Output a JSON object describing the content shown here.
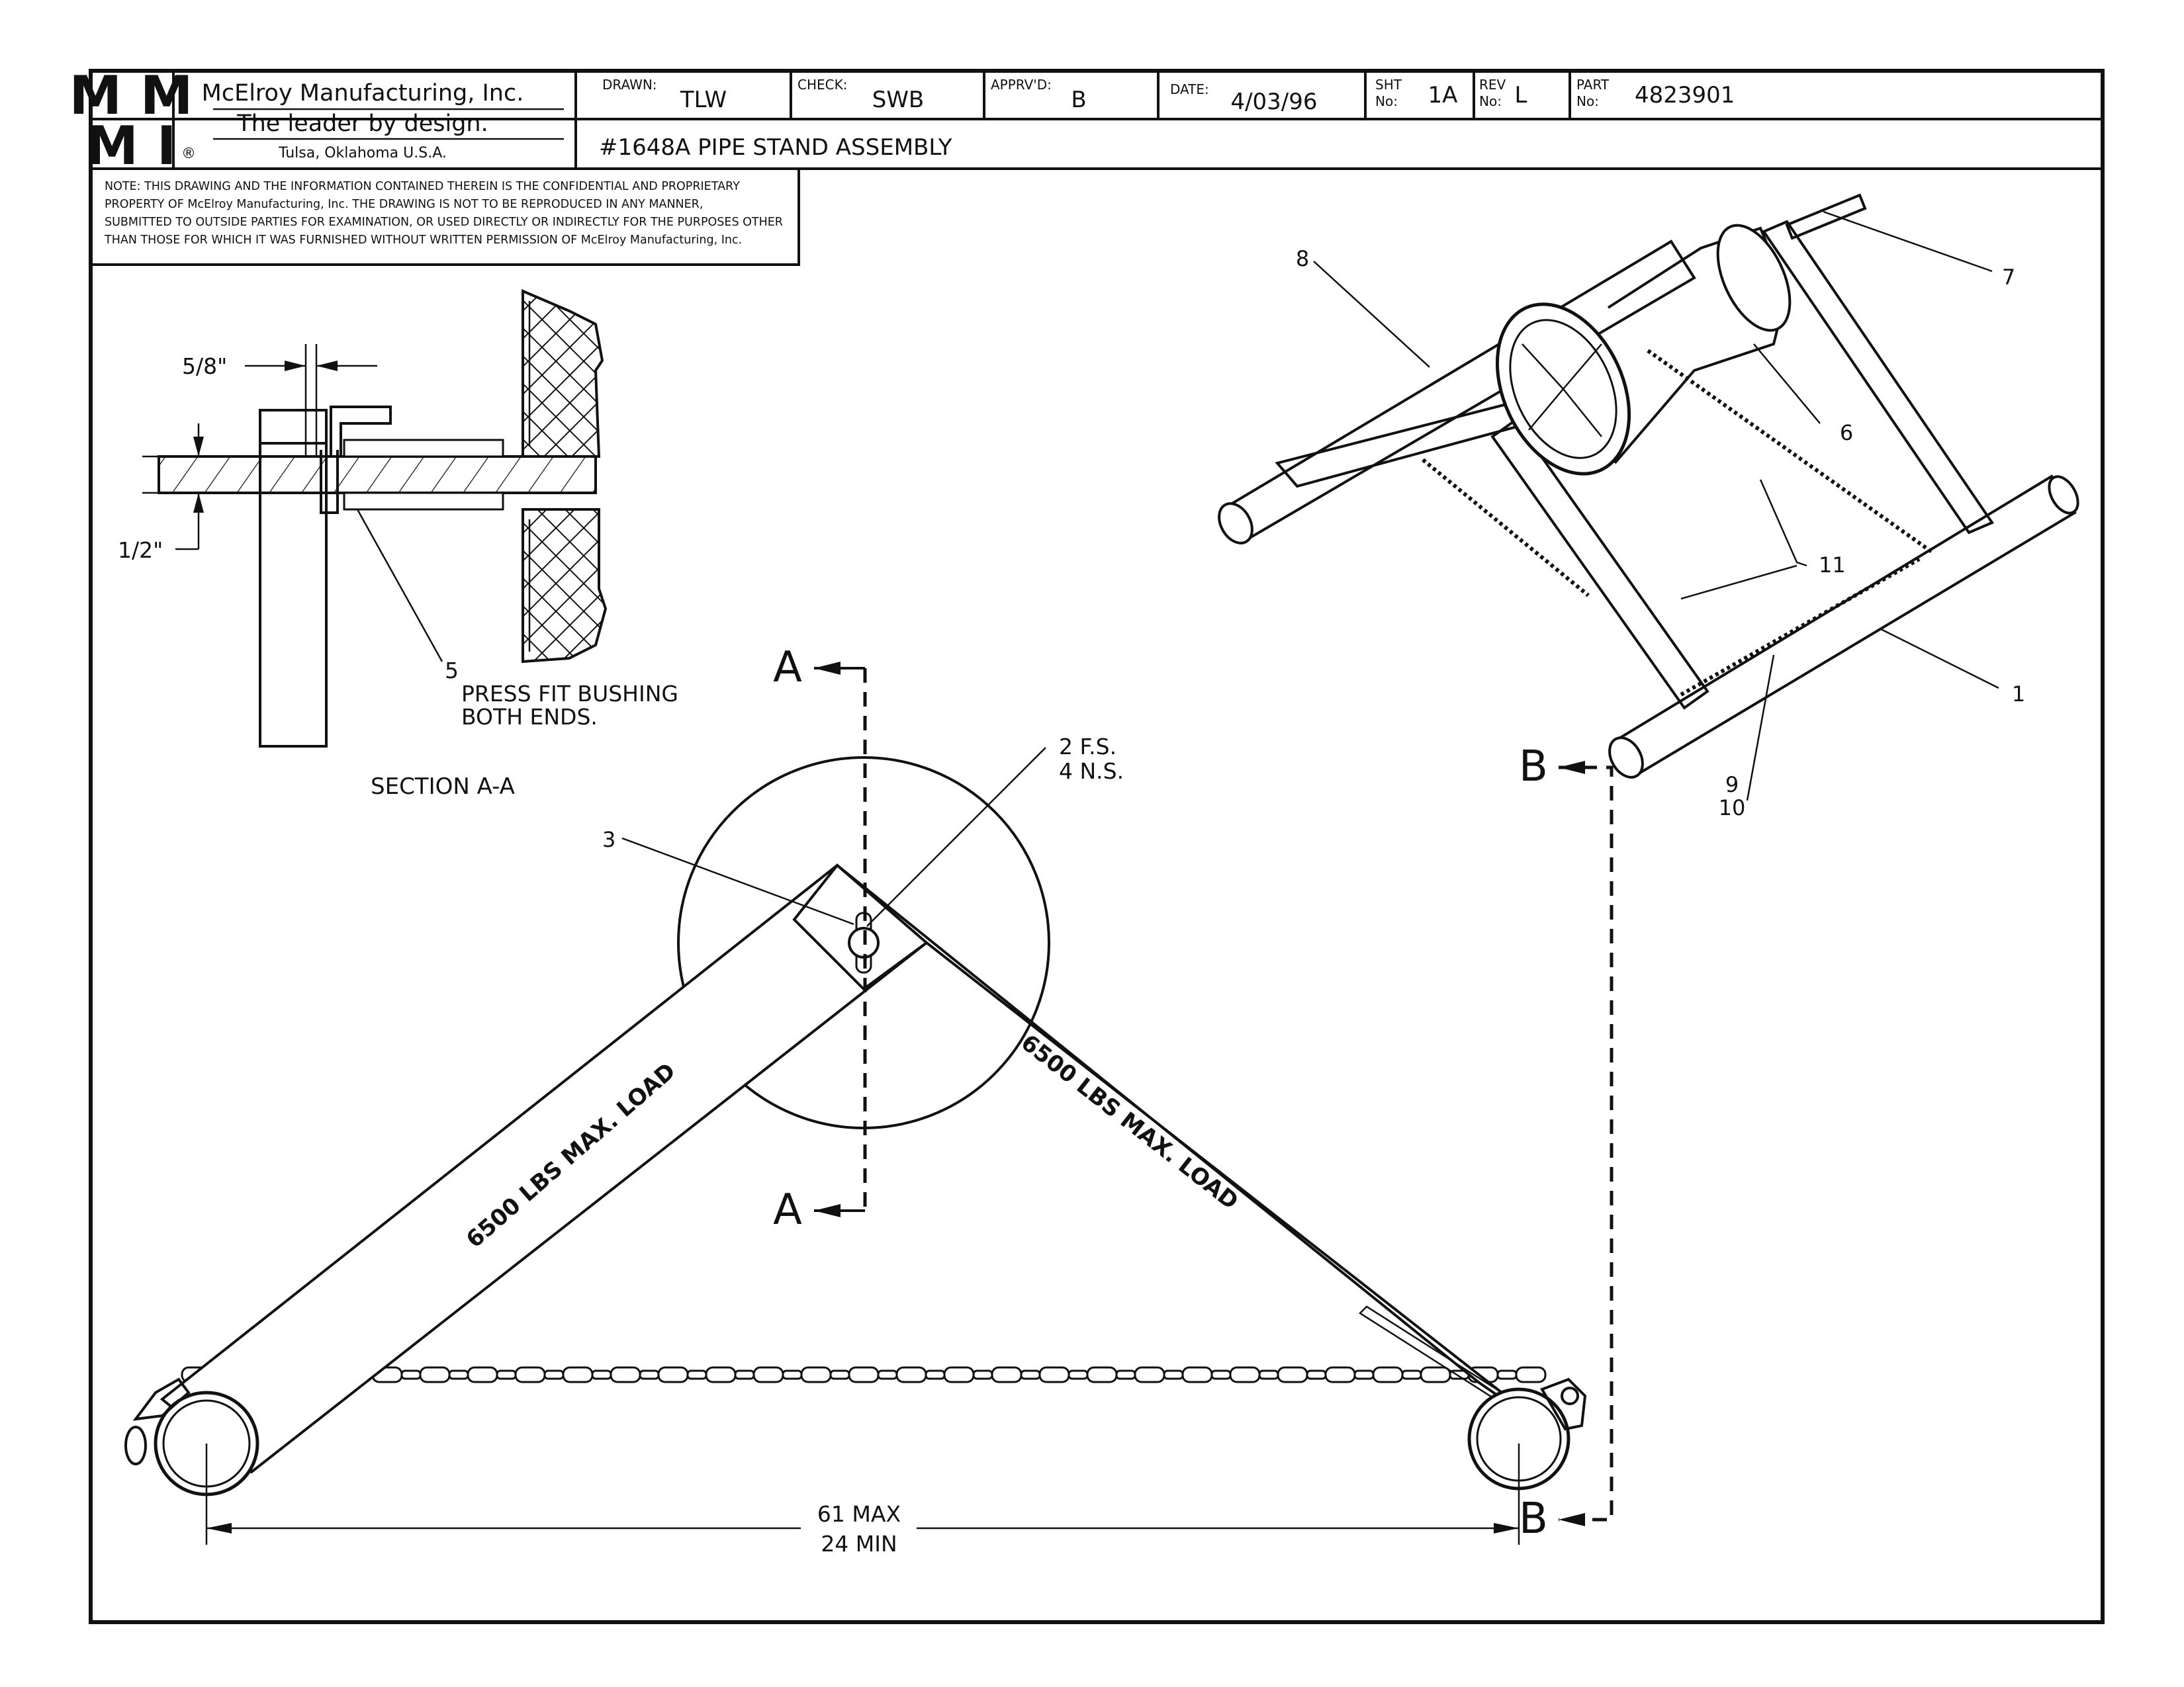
{
  "title_block": {
    "logo_letters_top": "M M",
    "logo_letters_bottom": "M I",
    "company": "McElroy Manufacturing, Inc.",
    "slogan": "The leader by design.",
    "registered": "®",
    "location": "Tulsa, Oklahoma U.S.A.",
    "drawn_label": "DRAWN:",
    "drawn_value": "TLW",
    "check_label": "CHECK:",
    "check_value": "SWB",
    "apprvd_label": "APPRV'D:",
    "apprvd_value": "B",
    "date_label": "DATE:",
    "date_value": "4/03/96",
    "sht_label_1": "SHT",
    "sht_label_2": "No:",
    "sht_value": "1A",
    "rev_label_1": "REV",
    "rev_label_2": "No:",
    "rev_value": "L",
    "part_label_1": "PART",
    "part_label_2": "No:",
    "part_value": "4823901",
    "drawing_title": "#1648A PIPE STAND ASSEMBLY"
  },
  "note": {
    "line1": "NOTE: THIS DRAWING AND THE INFORMATION CONTAINED THEREIN IS THE CONFIDENTIAL AND PROPRIETARY",
    "line2": "PROPERTY OF McElroy Manufacturing, Inc. THE DRAWING IS NOT TO BE REPRODUCED IN ANY MANNER,",
    "line3": "SUBMITTED TO OUTSIDE PARTIES FOR EXAMINATION, OR USED DIRECTLY OR INDIRECTLY FOR THE PURPOSES OTHER",
    "line4": "THAN THOSE FOR WHICH IT WAS FURNISHED WITHOUT WRITTEN PERMISSION OF McElroy Manufacturing, Inc."
  },
  "section_view": {
    "dim_top": "5/8\"",
    "dim_left": "1/2\"",
    "callout_number": "5",
    "callout_line1": "PRESS FIT BUSHING",
    "callout_line2": "BOTH ENDS.",
    "caption": "SECTION A-A"
  },
  "main_view": {
    "section_marker": "A",
    "section_marker_b": "B",
    "callout_3": "3",
    "callout_fs": "2 F.S.",
    "callout_ns": "4 N.S.",
    "leg_label": "6500 LBS MAX. LOAD",
    "dim_max": "61 MAX",
    "dim_min": "24 MIN"
  },
  "iso_view": {
    "callout_1": "1",
    "callout_6": "6",
    "callout_7": "7",
    "callout_8": "8",
    "callout_9": "9",
    "callout_10": "10",
    "callout_11": "11"
  }
}
